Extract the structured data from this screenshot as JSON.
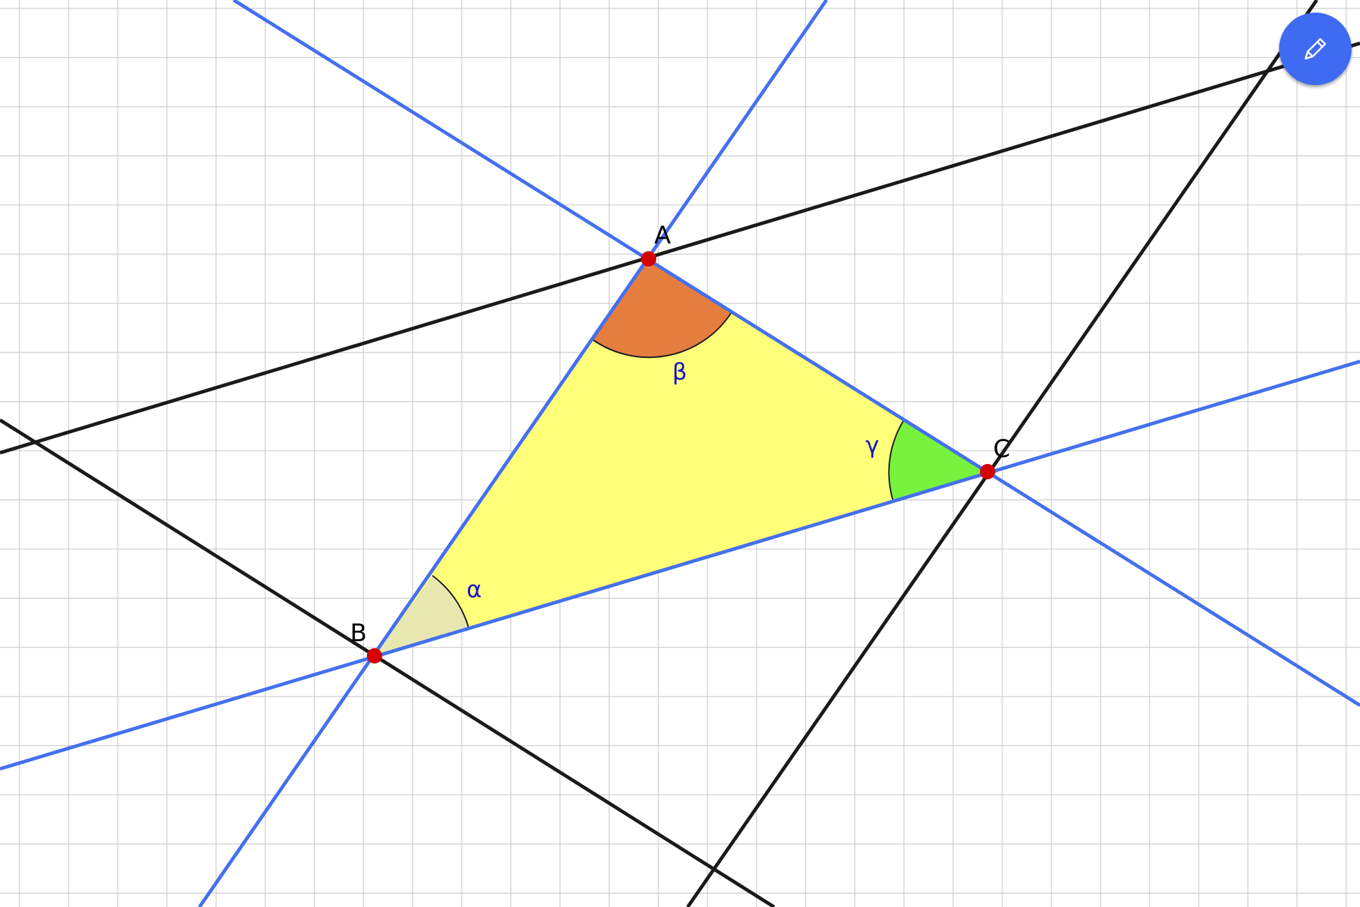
{
  "points": [
    {
      "name": "A",
      "label": "A"
    },
    {
      "name": "B",
      "label": "B"
    },
    {
      "name": "C",
      "label": "C"
    }
  ],
  "angles": [
    {
      "name": "alpha",
      "label": "α",
      "color": "#e8e7b0"
    },
    {
      "name": "beta",
      "label": "β",
      "color": "#e57d3f"
    },
    {
      "name": "gamma",
      "label": "γ",
      "color": "#77f33d"
    }
  ],
  "colors": {
    "triangle_fill": "#ffff7a",
    "side_lines": "#4470ee",
    "black_lines": "#1a1a1a",
    "points": "#d40000",
    "grid": "#cccccc",
    "fab": "#3f6bf2"
  },
  "toolbar": {
    "edit_button_icon": "pencil-icon"
  }
}
